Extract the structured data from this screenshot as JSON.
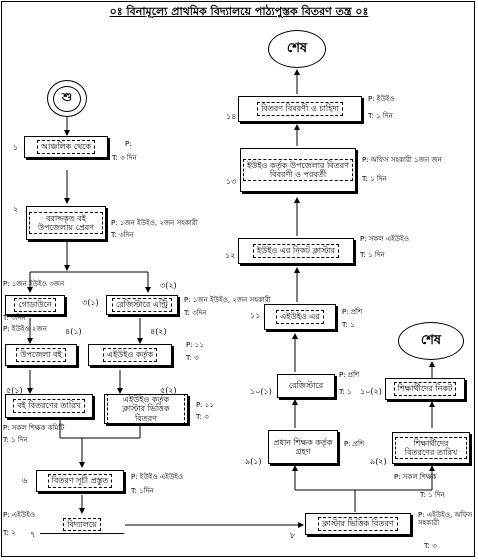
{
  "title": "০ঃ বিনামূল্যে প্রাথমিক বিদ্যালয়ে পাঠ্যপুস্তক বিতরণ তন্ত্র ০ঃ",
  "start_symbol": "শু",
  "end_symbol": "শেষ",
  "steps": {
    "s1": {
      "num": "১",
      "label": "আঞ্চলিক থেকে",
      "p": "P:",
      "t": "T: ৩ দিন"
    },
    "s2": {
      "num": "২",
      "label": "বরাদ্দকৃত বই উপজেলায় প্রেরণ",
      "p": "P: ১জন ইউইও, ২জন সহকারী",
      "t": "T: ৩দিন"
    },
    "s31": {
      "num": "৩(১)",
      "label": "গোডাউনে",
      "p": "P: ১জন ইউইও ৩জন",
      "t": "T: ৩দিন"
    },
    "s32": {
      "num": "৩(২)",
      "label": "রেজিস্টারে এন্ট্রি",
      "p": "P: ১জন ইউইও, ২জন সহকারী",
      "t": "T: ৩দিন"
    },
    "s41": {
      "num": "৪(১)",
      "label": "উপজেলা বই",
      "p": "P: ইউইও ২জন",
      "t": ""
    },
    "s42": {
      "num": "৪(২)",
      "label": "এইউইও কর্তৃক",
      "p": "P: ১১",
      "t": "T: ৩"
    },
    "s51": {
      "num": "৫(১)",
      "label": "বই বিতরণের তারিখ",
      "p": "P: সকল শিক্ষক কমিটি",
      "t": "T: ১ দিন"
    },
    "s52": {
      "num": "৫(২)",
      "label": "এইউইও কর্তৃক ক্লাস্টার ভিত্তিক বিতরণ",
      "p": "P: ১১",
      "t": "T: ৩"
    },
    "s6": {
      "num": "৬",
      "label": "বিতরণ সূচী প্রস্তুত",
      "p": "P: ইউইও এইউইও",
      "t": "T: ১দিন"
    },
    "s7": {
      "num": "৭",
      "label": "বিদ্যালয়ে",
      "p": "P: এইউইও",
      "t": "T: ২"
    },
    "s8": {
      "num": "৮",
      "label": "ক্লাস্টার ভিত্তিক বিতরণ",
      "p": "P: এইউইও, অফিস সহকারী",
      "t": "T: ৩"
    },
    "s91": {
      "num": "৯(১)",
      "label": "প্রধান শিক্ষক কর্তৃক গ্রহণ",
      "p": "P: প্রশি",
      "t": ""
    },
    "s92": {
      "num": "৯(২)",
      "label": "শিক্ষার্থীদের বিতরণের তারিখ",
      "p": "P: সকল শিক্ষক",
      "t": "T: ১ দিন"
    },
    "s101": {
      "num": "১০(১)",
      "label": "রেজিস্টারে",
      "p": "P: প্রশি",
      "t": "T: ১"
    },
    "s102": {
      "num": "১০(২)",
      "label": "শিক্ষার্থীদের নিকট",
      "p": "",
      "t": ""
    },
    "s11": {
      "num": "১১",
      "label": "এইউইও এর",
      "p": "P: প্রশি",
      "t": "T: ১"
    },
    "s12": {
      "num": "১২",
      "label": "ইউইও এর নিকট ক্লাস্টার",
      "p": "P: সকল এইউইও",
      "t": "T: ১ দিন"
    },
    "s13": {
      "num": "১৩",
      "label": "ইউইও কর্তৃক উপজেলার বিতরণ বিবরণী ও পরবর্তী",
      "p": "P: অফিস সহকারী ১জন জন",
      "t": "T: ১ দিন"
    },
    "s14": {
      "num": "১৪",
      "label": "বিতরণ বিবরণী ও চাহিদা",
      "p": "P: ইউইও",
      "t": "T: ১ দিন"
    }
  }
}
